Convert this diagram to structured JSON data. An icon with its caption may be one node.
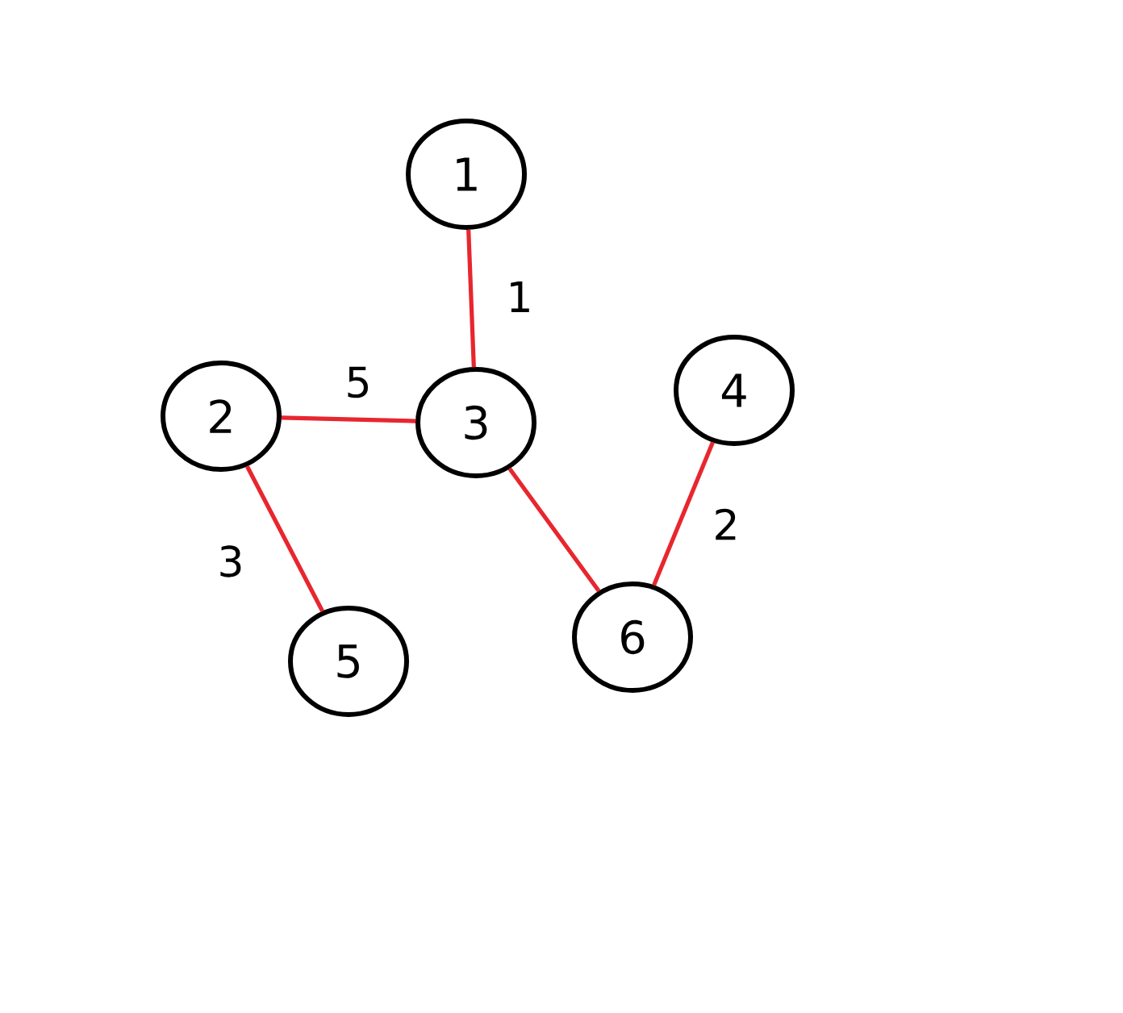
{
  "diagram": {
    "nodes": [
      {
        "text": [
          "1"
        ]
      },
      {
        "text": [
          "2"
        ]
      },
      {
        "text": [
          "3"
        ]
      },
      {
        "text": [
          "4"
        ]
      },
      {
        "text": [
          "5"
        ]
      },
      {
        "text": [
          "6"
        ]
      }
    ],
    "edges": [
      {
        "from": 0,
        "to": 2,
        "arrow": "none",
        "label": "1"
      },
      {
        "from": 1,
        "to": 2,
        "arrow": "none",
        "label": "5"
      },
      {
        "from": 1,
        "to": 4,
        "arrow": "none",
        "label": "3"
      },
      {
        "from": 2,
        "to": 5,
        "arrow": "none"
      },
      {
        "from": 3,
        "to": 5,
        "arrow": "none",
        "label": "2"
      }
    ]
  }
}
